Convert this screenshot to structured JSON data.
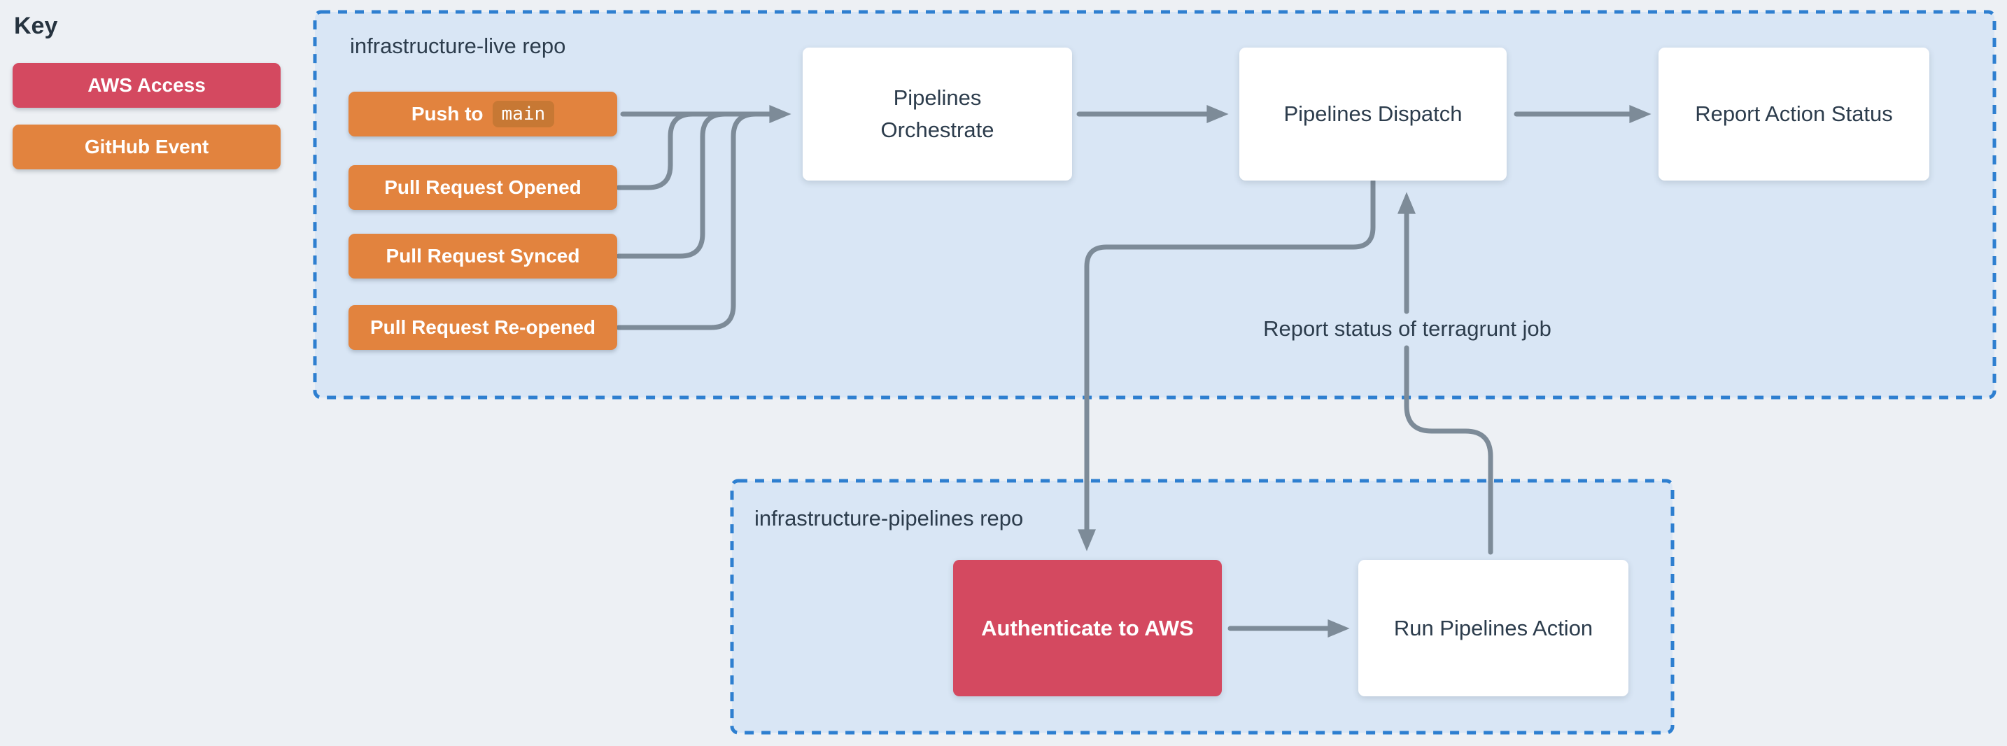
{
  "key": {
    "heading": "Key",
    "items": [
      {
        "id": "aws-access",
        "label": "AWS Access",
        "color": "#d44960"
      },
      {
        "id": "github-event",
        "label": "GitHub Event",
        "color": "#e2833e"
      }
    ]
  },
  "live_repo": {
    "title": "infrastructure-live repo",
    "events": {
      "push_prefix": "Push to",
      "push_branch": "main",
      "pr_opened": "Pull Request Opened",
      "pr_synced": "Pull Request Synced",
      "pr_reopened": "Pull Request Re-opened"
    },
    "nodes": {
      "orchestrate": "Pipelines Orchestrate",
      "dispatch": "Pipelines Dispatch",
      "report": "Report Action Status"
    }
  },
  "pipelines_repo": {
    "title": "infrastructure-pipelines repo",
    "nodes": {
      "authenticate": "Authenticate to AWS",
      "run_action": "Run Pipelines Action"
    }
  },
  "annotations": {
    "report_status": "Report status of terragrunt job"
  },
  "colors": {
    "page_background": "#edf0f4",
    "panel_fill": "#d9e6f5",
    "panel_border": "#2e7fd0",
    "aws_access_red": "#d44960",
    "github_event_orange": "#e2833e",
    "branch_badge_orange": "#c77834",
    "connector_gray": "#7d8b98",
    "text_navy": "#2c3c4c",
    "node_fill": "#ffffff"
  }
}
